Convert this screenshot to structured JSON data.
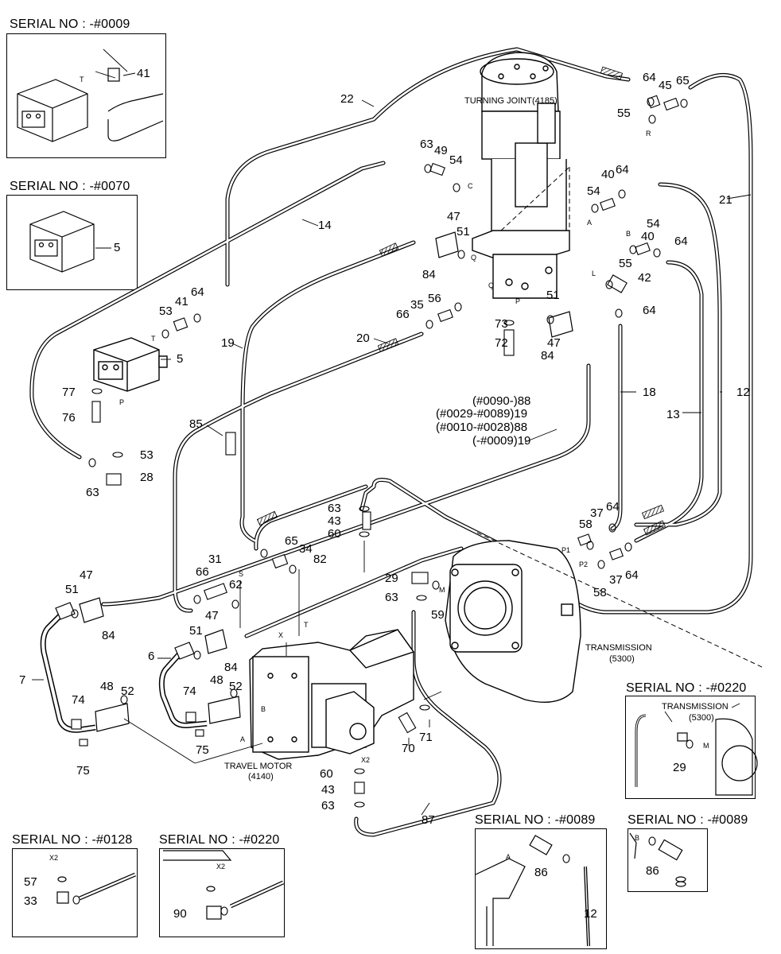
{
  "serial_labels": {
    "s0009": "SERIAL NO : -#0009",
    "s0070": "SERIAL NO : -#0070",
    "s0220_r": "SERIAL NO : -#0220",
    "s0089_a": "SERIAL NO : -#0089",
    "s0089_b": "SERIAL NO : -#0089",
    "s0128": "SERIAL NO : -#0128",
    "s0220_l": "SERIAL NO : -#0220"
  },
  "captions": {
    "turning_joint": "TURNING JOINT(4185)",
    "transmission": "TRANSMISSION",
    "transmission_code": "(5300)",
    "travel_motor": "TRAVEL MOTOR",
    "travel_motor_code": "(4140)",
    "inset_transmission": "TRANSMISSION",
    "inset_transmission_code": "(5300)",
    "note_88a": "(#0090-)88",
    "note_19a": "(#0029-#0089)19",
    "note_88b": "(#0010-#0028)88",
    "note_19b": "(-#0009)19"
  },
  "part_numbers": [
    "5",
    "6",
    "7",
    "12",
    "13",
    "14",
    "18",
    "19",
    "20",
    "21",
    "22",
    "28",
    "29",
    "31",
    "33",
    "34",
    "35",
    "37",
    "40",
    "41",
    "42",
    "43",
    "45",
    "47",
    "48",
    "49",
    "51",
    "52",
    "53",
    "54",
    "55",
    "56",
    "57",
    "58",
    "59",
    "60",
    "62",
    "63",
    "64",
    "65",
    "66",
    "70",
    "71",
    "72",
    "73",
    "74",
    "75",
    "76",
    "77",
    "82",
    "84",
    "85",
    "86",
    "87",
    "90"
  ],
  "port_letters": [
    "T",
    "P",
    "R",
    "C",
    "A",
    "B",
    "L",
    "Q",
    "Q",
    "P",
    "P1",
    "P2",
    "X",
    "T",
    "S",
    "A",
    "B",
    "X2",
    "M",
    "X2",
    "X2",
    "A",
    "B",
    "M"
  ]
}
